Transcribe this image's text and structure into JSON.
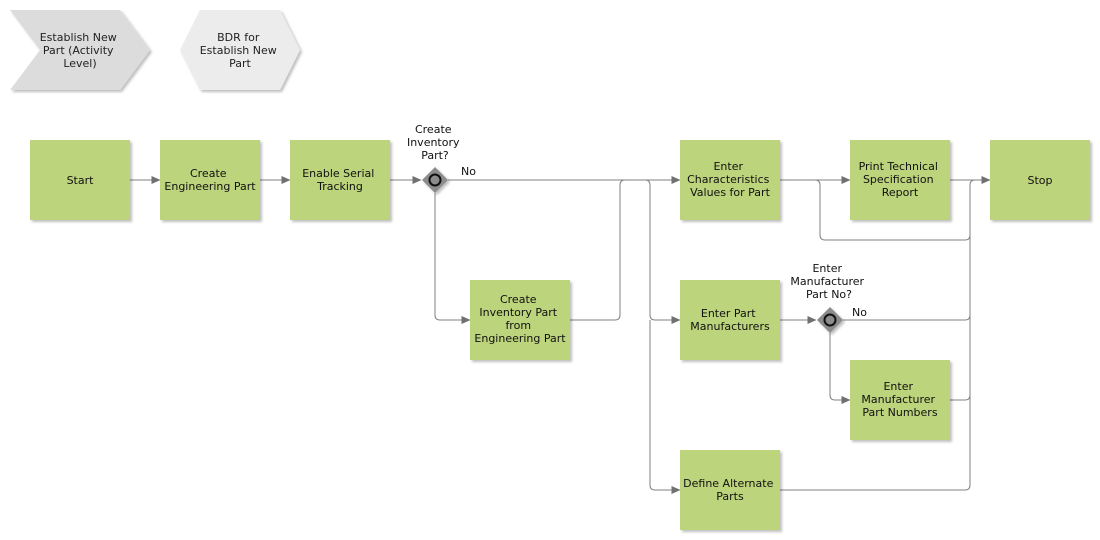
{
  "breadcrumbs": [
    {
      "label": "Establish New Part (Activity Level)"
    },
    {
      "label": "BDR for Establish New Part"
    }
  ],
  "nodes": {
    "start": "Start",
    "create_eng": "Create Engineering Part",
    "serial": "Enable Serial Tracking",
    "inventory": "Create Inventory Part from Engineering Part",
    "characteristics": "Enter Characteristics Values for Part",
    "manufacturers": "Enter Part Manufacturers",
    "alternate": "Define Alternate Parts",
    "print_spec": "Print Technical Specification Report",
    "mfr_numbers": "Enter Manufacturer Part Numbers",
    "stop": "Stop"
  },
  "gateways": {
    "g1": {
      "question": "Create Inventory Part?",
      "no_label": "No"
    },
    "g2": {
      "question": "Enter Manufacturer Part No?",
      "no_label": "No"
    }
  },
  "colors": {
    "task_fill": "#bcd47c",
    "breadcrumb_active": "#dcdcdc",
    "breadcrumb_inactive": "#ececec",
    "gateway": "#8c8c8c",
    "connector": "#808080"
  }
}
